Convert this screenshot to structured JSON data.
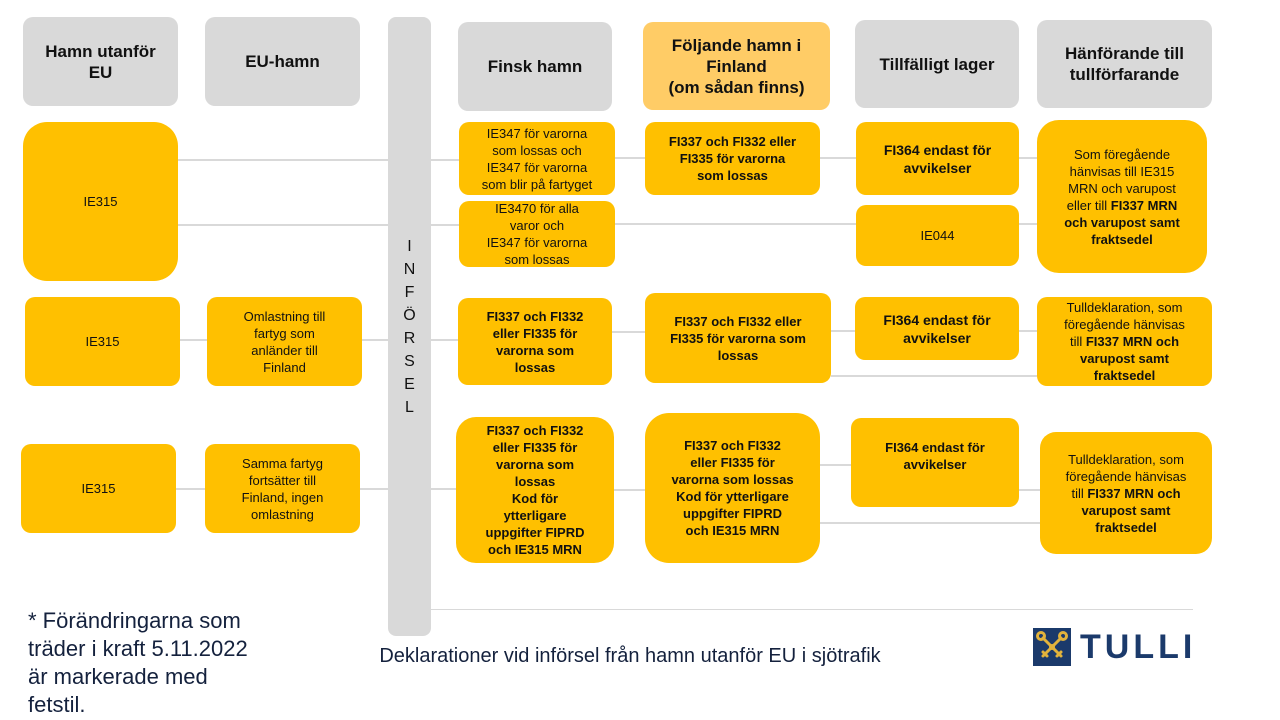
{
  "columns": {
    "hamn_utanfor_eu": "Hamn utanför\nEU",
    "eu_hamn": "EU-hamn",
    "inforsel": "INFÖRSEL",
    "finsk_hamn": "Finsk hamn",
    "foljande_hamn": "Följande hamn i\nFinland\n(om sådan finns)",
    "tillfalligt_lager": "Tillfälligt lager",
    "hanforande": "Hänförande till\ntullförfarande"
  },
  "rows": [
    {
      "origin": "IE315",
      "finsk_hamn": [
        "IE347 för varorna\nsom lossas och\nIE347 för varorna\nsom blir på fartyget",
        "IE3470 för alla\nvaror och\nIE347 för varorna\nsom lossas"
      ],
      "foljande_hamn": "FI337 och FI332 eller\nFI335 för varorna\nsom lossas",
      "tillfalligt_lager": [
        "FI364 endast för\navvikelser",
        "IE044"
      ],
      "hanforande": {
        "plain": "Som föregående\nhänvisas till IE315\nMRN och varupost\neller till ",
        "bold": "FI337 MRN\noch varupost samt\nfraktsedel"
      }
    },
    {
      "origin": "IE315",
      "eu_hamn": "Omlastning till\nfartyg som\nanländer till\nFinland",
      "finsk_hamn": "FI337 och FI332\neller FI335 för\nvarorna som\nlossas",
      "foljande_hamn": "FI337 och FI332 eller\nFI335 för varorna som\nlossas",
      "tillfalligt_lager": "FI364 endast för\navvikelser",
      "hanforande": {
        "plain": "Tulldeklaration, som\nföregående hänvisas\ntill ",
        "bold": "FI337 MRN och\nvarupost samt\nfraktsedel"
      }
    },
    {
      "origin": "IE315",
      "eu_hamn": "Samma fartyg\nfortsätter till\nFinland, ingen\nomlastning",
      "finsk_hamn": "FI337 och FI332\neller FI335 för\nvarorna som\nlossas\nKod för\nytterligare\nuppgifter FIPRD\noch IE315 MRN",
      "foljande_hamn": "FI337 och FI332\neller FI335 för\nvarorna som lossas\nKod för ytterligare\nuppgifter FIPRD\noch IE315 MRN",
      "tillfalligt_lager": "FI364 endast för\navvikelser",
      "hanforande": {
        "plain": "Tulldeklaration, som\nföregående hänvisas\ntill ",
        "bold": "FI337 MRN och\nvarupost samt\nfraktsedel"
      }
    }
  ],
  "footnote": "* Förändringarna som\nträder i kraft 5.11.2022\när markerade med\nfetstil.",
  "caption": "Deklarationer vid införsel från hamn utanför EU i sjötrafik",
  "logo": {
    "icon": "tulli-emblem-icon",
    "text": "TULLI"
  },
  "colors": {
    "box_yellow": "#ffc000",
    "header_gray": "#d9d9d9",
    "highlight_orange": "#ffcc66",
    "brand_blue": "#1b3a6b",
    "connector_gray": "#d9d9d9"
  }
}
